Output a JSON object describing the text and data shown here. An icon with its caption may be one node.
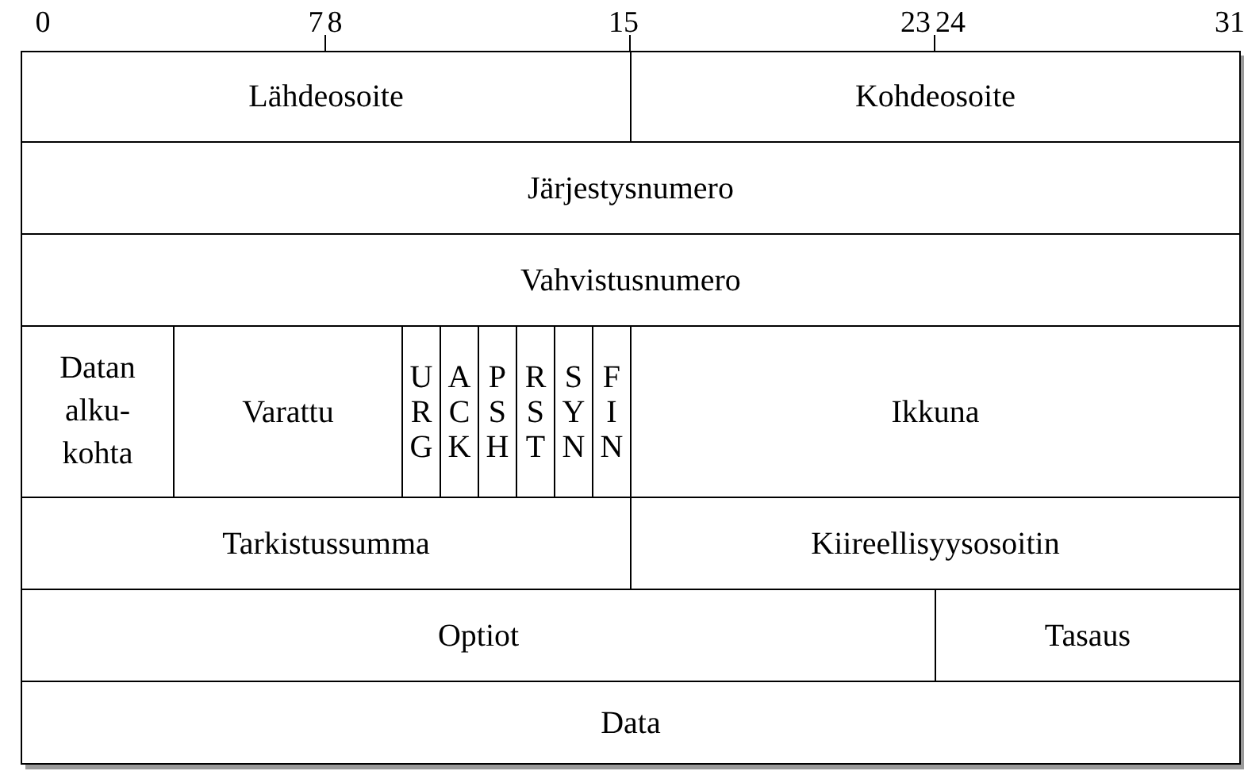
{
  "diagram": {
    "nodes": [
      {
        "text": [
          "Lähdeosoite"
        ]
      },
      {
        "text": [
          "Kohdeosoite"
        ]
      },
      {
        "text": [
          "Järjestysnumero"
        ]
      },
      {
        "text": [
          "Vahvistusnumero"
        ]
      },
      {
        "text": [
          "Datan alku- kohta"
        ]
      },
      {
        "text": [
          "Varattu"
        ]
      },
      {
        "text": [
          "URG"
        ]
      },
      {
        "text": [
          "ACK"
        ]
      },
      {
        "text": [
          "PSH"
        ]
      },
      {
        "text": [
          "RST"
        ]
      },
      {
        "text": [
          "SYN"
        ]
      },
      {
        "text": [
          "FIN"
        ]
      },
      {
        "text": [
          "Ikkuna"
        ]
      },
      {
        "text": [
          "Tarkistussumma"
        ]
      },
      {
        "text": [
          "Kiireellisyysosoitin"
        ]
      },
      {
        "text": [
          "Optiot"
        ]
      },
      {
        "text": [
          "Tasaus"
        ]
      },
      {
        "text": [
          "Data"
        ]
      }
    ],
    "labels": [
      "0",
      "7",
      "8",
      "15",
      "23",
      "24",
      "31"
    ]
  }
}
